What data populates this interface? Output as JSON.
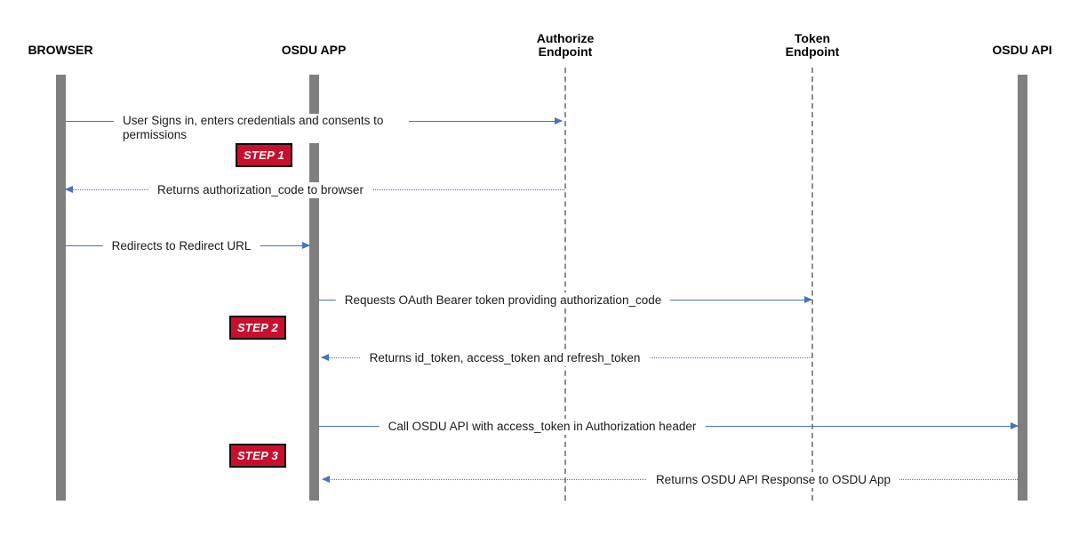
{
  "diagram": {
    "type": "sequence-diagram",
    "topic": "OSDU OAuth authorization code flow",
    "actors": [
      {
        "id": "browser",
        "name": "BROWSER",
        "lifeline": "activation-bar"
      },
      {
        "id": "osdu-app",
        "name": "OSDU APP",
        "lifeline": "activation-bar"
      },
      {
        "id": "authorize",
        "name": "Authorize\nEndpoint",
        "lifeline": "dashed-line"
      },
      {
        "id": "token",
        "name": "Token\nEndpoint",
        "lifeline": "dashed-line"
      },
      {
        "id": "osdu-api",
        "name": "OSDU API",
        "lifeline": "activation-bar"
      }
    ],
    "messages": [
      {
        "label": "User Signs in, enters credentials and consents to\npermissions",
        "from": "BROWSER",
        "to": "Authorize Endpoint",
        "style": "solid"
      },
      {
        "label": "Returns authorization_code to browser",
        "from": "Authorize Endpoint",
        "to": "BROWSER",
        "style": "dotted"
      },
      {
        "label": "Redirects to Redirect URL",
        "from": "BROWSER",
        "to": "OSDU APP",
        "style": "solid"
      },
      {
        "label": "Requests OAuth Bearer token providing authorization_code",
        "from": "OSDU APP",
        "to": "Token Endpoint",
        "style": "solid"
      },
      {
        "label": "Returns id_token, access_token and refresh_token",
        "from": "Token Endpoint",
        "to": "OSDU APP",
        "style": "dotted"
      },
      {
        "label": "Call OSDU API with access_token in Authorization header",
        "from": "OSDU APP",
        "to": "OSDU API",
        "style": "solid"
      },
      {
        "label": "Returns OSDU API Response to OSDU App",
        "from": "OSDU API",
        "to": "OSDU APP",
        "style": "dotted"
      }
    ],
    "steps": [
      {
        "label": "STEP 1"
      },
      {
        "label": "STEP 2"
      },
      {
        "label": "STEP 3"
      }
    ],
    "colors": {
      "message_arrow": "#4472C4",
      "activation_bar": "#7f7f7f",
      "lifeline_dash": "#8c8c8c",
      "badge_background": "#C8102E",
      "badge_border": "#0a0a0a",
      "badge_text": "#ffffff",
      "label_text": "#1a1a1a"
    }
  }
}
